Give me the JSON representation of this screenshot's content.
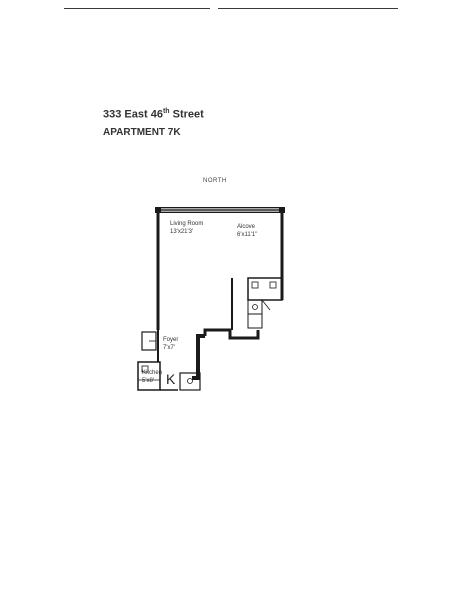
{
  "header": {
    "address_main": "333 East 46",
    "address_sup": "th",
    "address_street": " Street",
    "apartment": "APARTMENT 7K"
  },
  "compass": {
    "label": "NORTH"
  },
  "rooms": {
    "living_room": {
      "name": "Living Room",
      "dims": "13'x21'3'"
    },
    "alcove": {
      "name": "Alcove",
      "dims": "6'x11'1\""
    },
    "foyer": {
      "name": "Foyer",
      "dims": "7'x7'"
    },
    "kitchen": {
      "name": "Kitchen",
      "dims": "5'x8'"
    }
  },
  "marker": {
    "letter": "K"
  },
  "colors": {
    "wall": "#1a1a1a",
    "window": "#5a5a5a",
    "text": "#333333"
  }
}
